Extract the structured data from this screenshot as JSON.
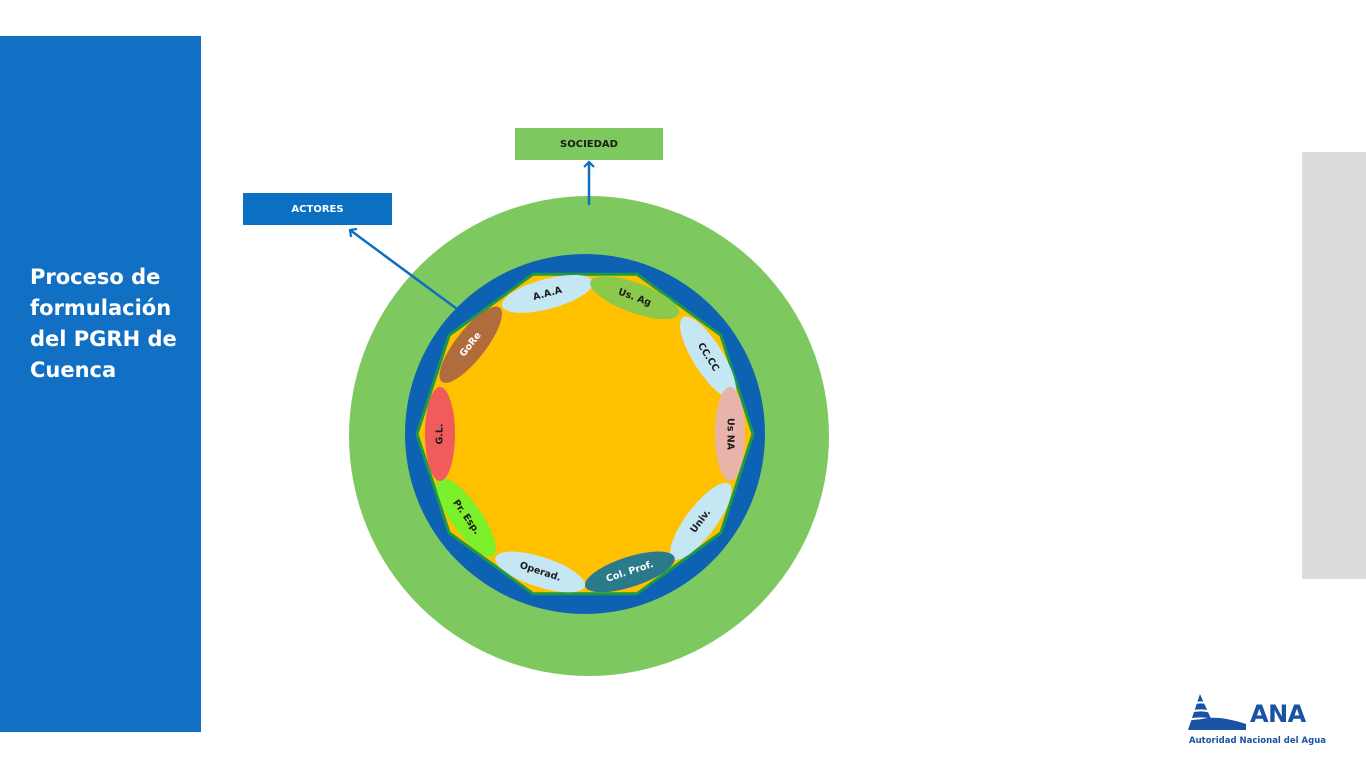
{
  "sidebar": {
    "title": "Proceso de formulación del PGRH de Cuenca"
  },
  "diagram": {
    "top_label": "SOCIEDAD",
    "left_label": "ACTORES",
    "actors": [
      {
        "label": "A.A.A",
        "color": "#c5e6f3"
      },
      {
        "label": "Us. Ag",
        "color": "#8bc94a"
      },
      {
        "label": "CC.CC",
        "color": "#c5e6f3"
      },
      {
        "label": "Us NA",
        "color": "#e8b4a9"
      },
      {
        "label": "Univ.",
        "color": "#c5e6f3"
      },
      {
        "label": "Col. Prof.",
        "color": "#2a7a8c"
      },
      {
        "label": "Operad.",
        "color": "#c5e6f3"
      },
      {
        "label": "Pr. Esp.",
        "color": "#7cf02b"
      },
      {
        "label": "G.L.",
        "color": "#f25b5b"
      },
      {
        "label": "GoRe",
        "color": "#b06c3c"
      }
    ],
    "colors": {
      "outer_ring": "#7ec95f",
      "middle_ring": "#0d62b4",
      "core": "#ffc000",
      "arrow": "#0e6fc0"
    }
  },
  "logo": {
    "name": "ANA",
    "subtitle": "Autoridad Nacional del Agua"
  }
}
